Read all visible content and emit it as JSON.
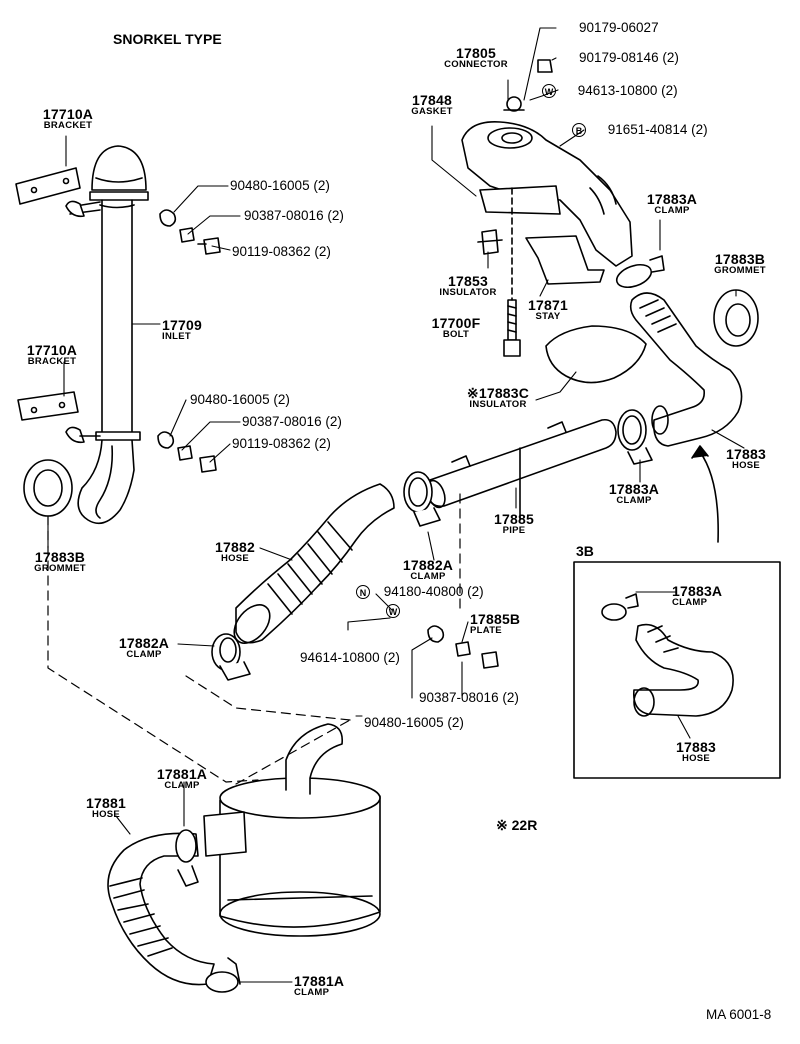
{
  "header": {
    "title": "SNORKEL TYPE"
  },
  "footer": {
    "ref_code": "MA 6001-8",
    "variant_note": "※ 22R"
  },
  "inset": {
    "label": "3B"
  },
  "symbols": {
    "washer": "W",
    "bolt": "B",
    "nut": "N"
  },
  "parts": {
    "p17710A_top": {
      "number": "17710A",
      "name": "BRACKET"
    },
    "p17710A_mid": {
      "number": "17710A",
      "name": "BRACKET"
    },
    "p17709": {
      "number": "17709",
      "name": "INLET"
    },
    "p17883B_left": {
      "number": "17883B",
      "name": "GROMMET"
    },
    "p17883B_right": {
      "number": "17883B",
      "name": "GROMMET"
    },
    "p17805": {
      "number": "17805",
      "name": "CONNECTOR"
    },
    "p17848": {
      "number": "17848",
      "name": "GASKET"
    },
    "p17853": {
      "number": "17853",
      "name": "INSULATOR"
    },
    "p17871": {
      "number": "17871",
      "name": "STAY"
    },
    "p17700F": {
      "number": "17700F",
      "name": "BOLT"
    },
    "p17883C": {
      "number": "17883C",
      "name": "INSULATOR",
      "prefix": "※"
    },
    "p17883A_top": {
      "number": "17883A",
      "name": "CLAMP"
    },
    "p17883A_mid": {
      "number": "17883A",
      "name": "CLAMP"
    },
    "p17883A_inset": {
      "number": "17883A",
      "name": "CLAMP"
    },
    "p17883_main": {
      "number": "17883",
      "name": "HOSE"
    },
    "p17883_inset": {
      "number": "17883",
      "name": "HOSE"
    },
    "p17885": {
      "number": "17885",
      "name": "PIPE"
    },
    "p17885B": {
      "number": "17885B",
      "name": "PLATE"
    },
    "p17882": {
      "number": "17882",
      "name": "HOSE"
    },
    "p17882A_mid": {
      "number": "17882A",
      "name": "CLAMP"
    },
    "p17882A_low": {
      "number": "17882A",
      "name": "CLAMP"
    },
    "p17881": {
      "number": "17881",
      "name": "HOSE"
    },
    "p17881A_top": {
      "number": "17881A",
      "name": "CLAMP"
    },
    "p17881A_bot": {
      "number": "17881A",
      "name": "CLAMP"
    }
  },
  "fasteners": {
    "f90480_a": "90480-16005 (2)",
    "f90387_a": "90387-08016 (2)",
    "f90119_a": "90119-08362 (2)",
    "f90480_b": "90480-16005 (2)",
    "f90387_b": "90387-08016 (2)",
    "f90119_b": "90119-08362 (2)",
    "f90179_06027": "90179-06027",
    "f90179_08146": "90179-08146 (2)",
    "f94613": "94613-10800 (2)",
    "f91651": "91651-40814 (2)",
    "f94180": "94180-40800 (2)",
    "f94614": "94614-10800 (2)",
    "f90387_c": "90387-08016 (2)",
    "f90480_c": "90480-16005 (2)"
  }
}
